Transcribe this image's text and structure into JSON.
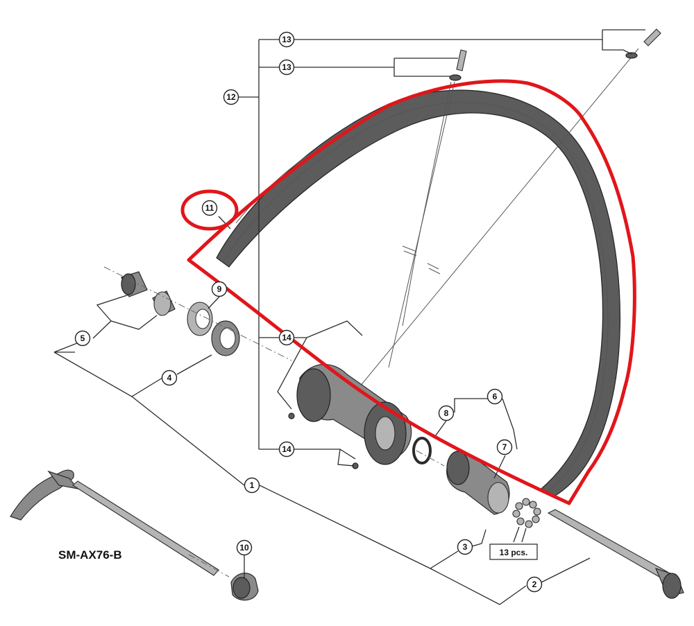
{
  "model_label": "SM-AX76-B",
  "quantity_label": "13 pcs.",
  "callouts": [
    "1",
    "2",
    "3",
    "4",
    "5",
    "6",
    "7",
    "8",
    "9",
    "10",
    "11",
    "12",
    "13",
    "13",
    "14",
    "14"
  ],
  "highlight_color": "#e0161b",
  "line_color": "#2a2a2a"
}
